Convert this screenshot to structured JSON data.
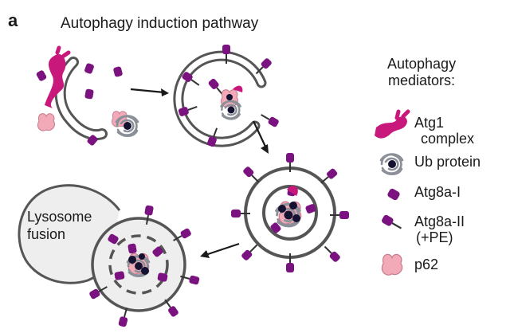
{
  "panel_label": "a",
  "title": "Autophagy induction pathway",
  "mediators_heading": [
    "Autophagy",
    "mediators:"
  ],
  "legend": [
    {
      "icon": "atg1-complex-icon",
      "lines": [
        "Atg1",
        "complex"
      ],
      "color": "#c8187c"
    },
    {
      "icon": "ub-protein-icon",
      "lines": [
        "Ub protein"
      ],
      "color": "#8a8f98"
    },
    {
      "icon": "atg8a-i-icon",
      "lines": [
        "Atg8a-I"
      ],
      "color": "#7a1380"
    },
    {
      "icon": "atg8a-ii-icon",
      "lines": [
        "Atg8a-II",
        "(+PE)"
      ],
      "color": "#7a1380"
    },
    {
      "icon": "p62-icon",
      "lines": [
        "p62"
      ],
      "color": "#f2a9b8"
    }
  ],
  "lysosome_label": [
    "Lysosome",
    "fusion"
  ],
  "colors": {
    "atg1": "#c8187c",
    "atg8": "#7a1380",
    "p62": "#f2a9b8",
    "ub": "#8a8f98",
    "core": "#141230",
    "membrane": "#555555",
    "lysosome": "#eeeeee"
  }
}
